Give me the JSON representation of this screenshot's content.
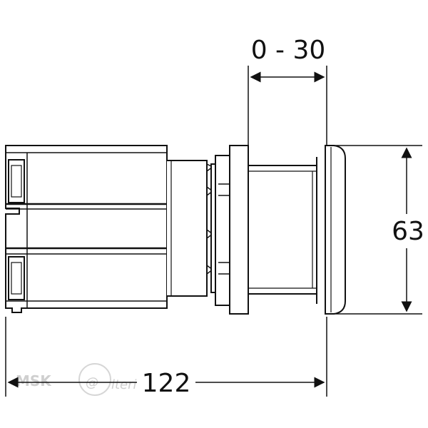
{
  "dimensions": {
    "range_label": "0 - 30",
    "height_label": "63",
    "length_label": "122"
  },
  "watermark": {
    "prefix": "MSK",
    "at": "@",
    "text": "lterina.ru"
  },
  "colors": {
    "line": "#111111",
    "fill": "#ffffff",
    "watermark": "#cfcfcf"
  }
}
